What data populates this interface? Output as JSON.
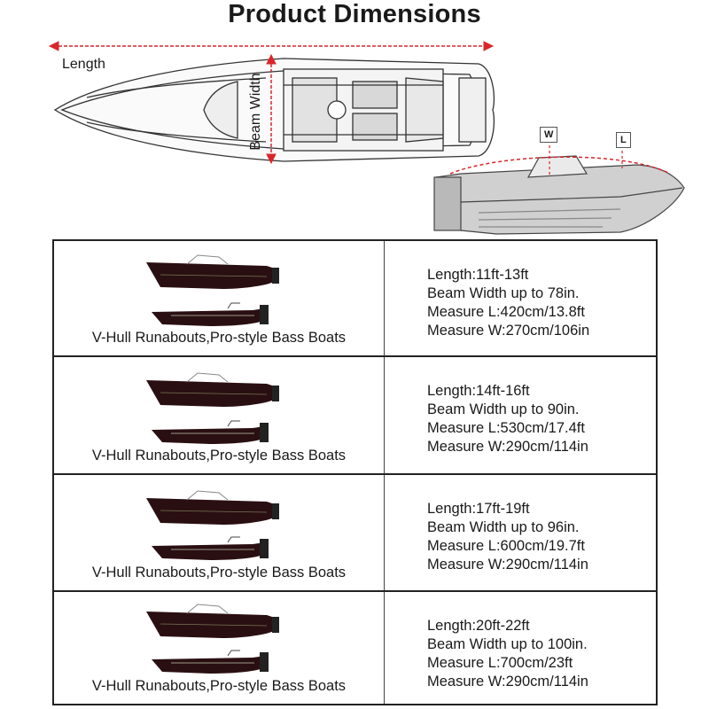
{
  "header": {
    "title": "Product Dimensions"
  },
  "hero": {
    "length_label": "Length",
    "beam_label": "Beam Width",
    "w_tag": "W",
    "l_tag": "L",
    "accent_color": "#d9262b"
  },
  "sizes": [
    {
      "caption": "V-Hull Runabouts,Pro-style Bass Boats",
      "length": "Length:11ft-13ft",
      "beam": "Beam Width up to 78in.",
      "measure_l": "Measure L:420cm/13.8ft",
      "measure_w": "Measure W:270cm/106in"
    },
    {
      "caption": "V-Hull Runabouts,Pro-style Bass Boats",
      "length": "Length:14ft-16ft",
      "beam": "Beam Width up to 90in.",
      "measure_l": "Measure L:530cm/17.4ft",
      "measure_w": "Measure W:290cm/114in"
    },
    {
      "caption": "V-Hull Runabouts,Pro-style Bass Boats",
      "length": "Length:17ft-19ft",
      "beam": "Beam Width up to 96in.",
      "measure_l": "Measure L:600cm/19.7ft",
      "measure_w": "Measure W:290cm/114in"
    },
    {
      "caption": "V-Hull Runabouts,Pro-style Bass Boats",
      "length": "Length:20ft-22ft",
      "beam": "Beam Width up to 100in.",
      "measure_l": "Measure L:700cm/23ft",
      "measure_w": "Measure W:290cm/114in"
    }
  ]
}
